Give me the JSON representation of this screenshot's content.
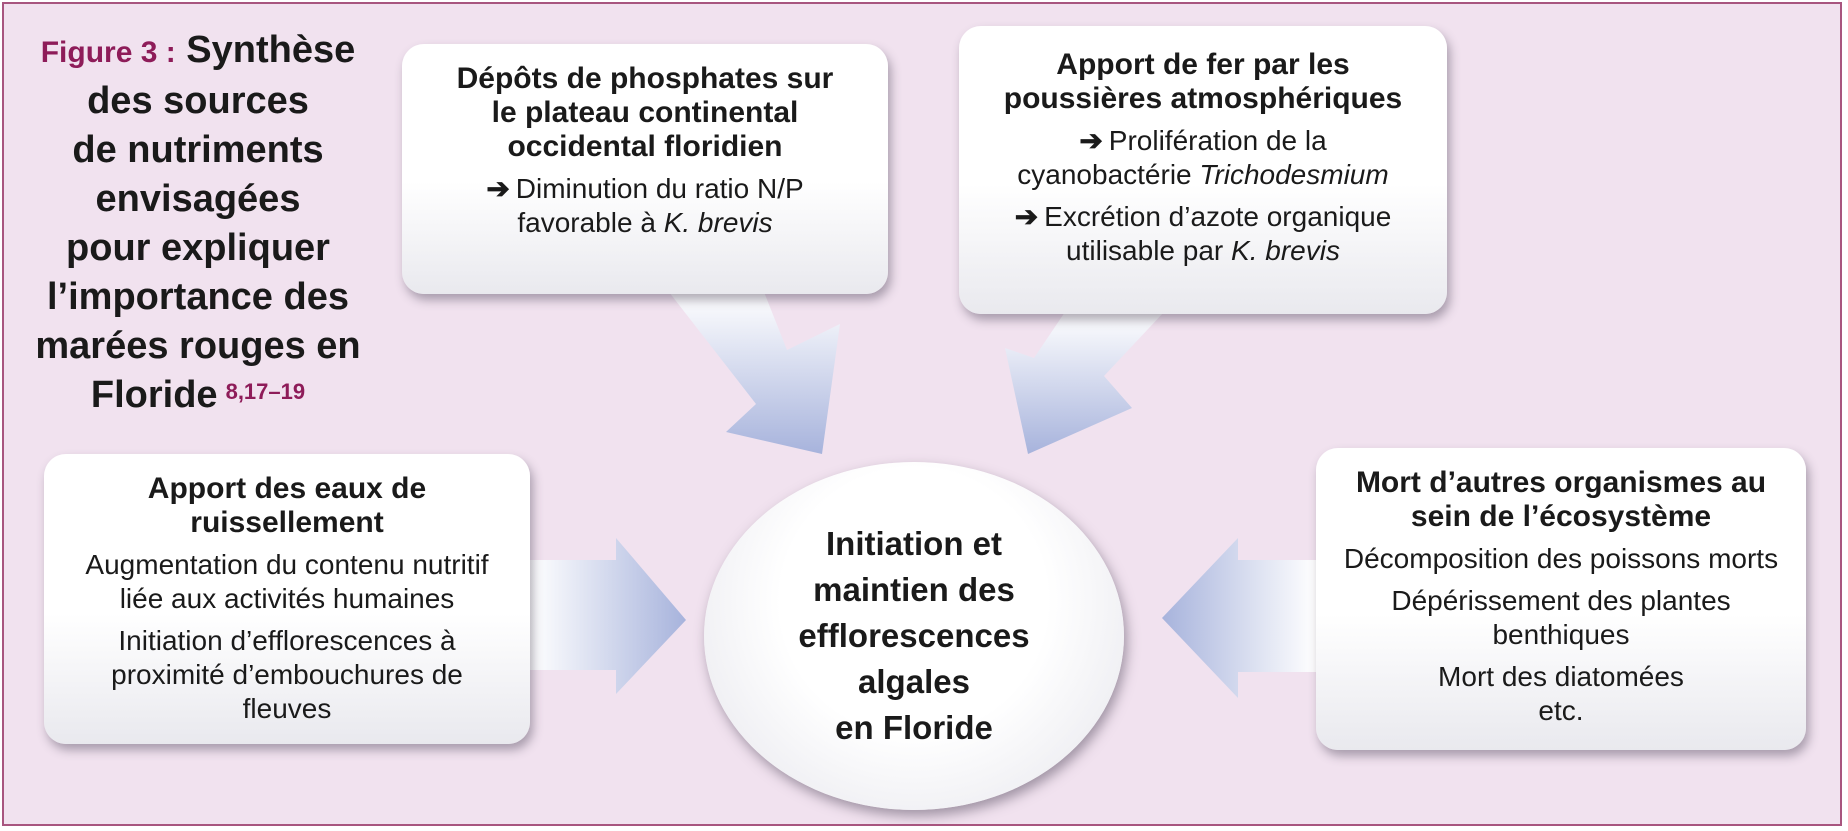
{
  "title": {
    "label": "Figure 3 :",
    "lines": [
      "Synthèse",
      "des sources",
      "de nutriments",
      "envisagées",
      "pour expliquer",
      "l’importance des",
      "marées rouges en",
      "Floride"
    ],
    "refs": "8,17–19"
  },
  "boxes": {
    "phosphates": {
      "heading": [
        "Dépôts de phosphates sur",
        "le plateau continental",
        "occidental floridien"
      ],
      "line1_prefix": "➔",
      "line1": "Diminution du ratio N/P",
      "line2": "favorable à ",
      "line2_italic": "K. brevis"
    },
    "fer": {
      "heading": [
        "Apport de fer par les",
        "poussières atmosphériques"
      ],
      "item1_prefix": "➔",
      "item1_a": "Prolifération de la",
      "item1_b": "cyanobactérie ",
      "item1_b_italic": "Trichodesmium",
      "item2_prefix": "➔",
      "item2_a": "Excrétion d’azote organique",
      "item2_b": "utilisable par ",
      "item2_b_italic": "K. brevis"
    },
    "ruissellement": {
      "heading": [
        "Apport des eaux de",
        "ruissellement"
      ],
      "para1": [
        "Augmentation du contenu nutritif",
        "liée aux activités humaines"
      ],
      "para2": [
        "Initiation d’efflorescences à",
        "proximité d’embouchures de",
        "fleuves"
      ]
    },
    "mort": {
      "heading": [
        "Mort d’autres organismes au",
        "sein de l’écosystème"
      ],
      "item1": "Décomposition des poissons morts",
      "item2": [
        "Dépérissement des plantes",
        "benthiques"
      ],
      "item3": [
        "Mort des diatomées",
        "etc."
      ]
    }
  },
  "center": {
    "lines": [
      "Initiation et",
      "maintien des",
      "efflorescences",
      "algales",
      "en Floride"
    ]
  },
  "colors": {
    "background": "#f1e2ef",
    "border": "#a8557f",
    "accent": "#8e1c59",
    "arrow": "#a7b3dc"
  }
}
